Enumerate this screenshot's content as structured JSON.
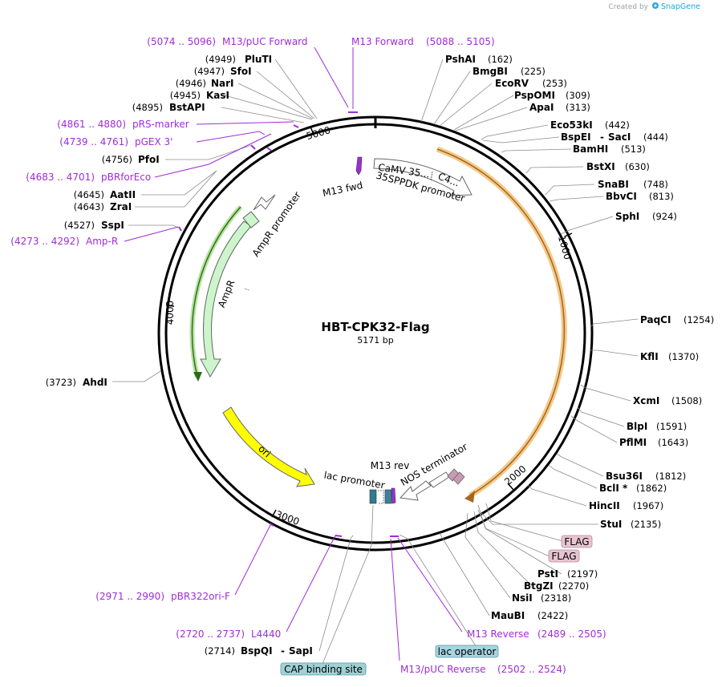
{
  "credit": "Created by",
  "brand": "SnapGene",
  "plasmid": {
    "name": "HBT-CPK32-Flag",
    "length": "5171 bp"
  },
  "ticks": [
    "5000",
    "1000",
    "4000",
    "2000",
    "3000"
  ],
  "features": {
    "camv": "CaMV 35...",
    "c4": "C4...",
    "ppdk": "35SPPDK promoter",
    "m13fwd": "M13 fwd",
    "ampr_promoter": "AmpR promoter",
    "ampr": "AmpR",
    "ori": "ori",
    "m13rev": "M13 rev",
    "nos": "NOS terminator",
    "lac_promoter": "lac promoter"
  },
  "sites": [
    {
      "name": "PluTI",
      "pos": "(4949)"
    },
    {
      "name": "SfoI",
      "pos": "(4947)"
    },
    {
      "name": "NarI",
      "pos": "(4946)"
    },
    {
      "name": "KasI",
      "pos": "(4945)"
    },
    {
      "name": "BstAPI",
      "pos": "(4895)"
    },
    {
      "name": "PfoI",
      "pos": "(4756)"
    },
    {
      "name": "AatII",
      "pos": "(4645)"
    },
    {
      "name": "ZraI",
      "pos": "(4643)"
    },
    {
      "name": "SspI",
      "pos": "(4527)"
    },
    {
      "name": "AhdI",
      "pos": "(3723)"
    },
    {
      "name": "PshAI",
      "pos": "(162)"
    },
    {
      "name": "BmgBI",
      "pos": "(225)"
    },
    {
      "name": "EcoRV",
      "pos": "(253)"
    },
    {
      "name": "PspOMI",
      "pos": "(309)"
    },
    {
      "name": "ApaI",
      "pos": "(313)"
    },
    {
      "name": "Eco53kI",
      "pos": "(442)"
    },
    {
      "name": "BspEI",
      "pos": "(444)"
    },
    {
      "name": "BamHI",
      "pos": "(513)"
    },
    {
      "name": "BstXI",
      "pos": "(630)"
    },
    {
      "name": "SnaBI",
      "pos": "(748)"
    },
    {
      "name": "BbvCI",
      "pos": "(813)"
    },
    {
      "name": "SphI",
      "pos": "(924)"
    },
    {
      "name": "PaqCI",
      "pos": "(1254)"
    },
    {
      "name": "KflI",
      "pos": "(1370)"
    },
    {
      "name": "XcmI",
      "pos": "(1508)"
    },
    {
      "name": "BlpI",
      "pos": "(1591)"
    },
    {
      "name": "PflMI",
      "pos": "(1643)"
    },
    {
      "name": "Bsu36I",
      "pos": "(1812)"
    },
    {
      "name": "BclI *",
      "pos": "(1862)"
    },
    {
      "name": "HincII",
      "pos": "(1967)"
    },
    {
      "name": "StuI",
      "pos": "(2135)"
    },
    {
      "name": "PstI",
      "pos": "(2197)"
    },
    {
      "name": "BtgZI",
      "pos": "(2270)"
    },
    {
      "name": "NsiI",
      "pos": "(2318)"
    },
    {
      "name": "MauBI",
      "pos": "(2422)"
    },
    {
      "name": "BspQI",
      "pos": "(2714)"
    }
  ],
  "sacI": "SacI",
  "sapI": "SapI",
  "primers": [
    {
      "range": "(5074 .. 5096)",
      "name": "M13/pUC Forward"
    },
    {
      "range": "(5088 .. 5105)",
      "name": "M13 Forward"
    },
    {
      "range": "(4861 .. 4880)",
      "name": "pRS-marker"
    },
    {
      "range": "(4739 .. 4761)",
      "name": "pGEX 3'"
    },
    {
      "range": "(4683 .. 4701)",
      "name": "pBRforEco"
    },
    {
      "range": "(4273 .. 4292)",
      "name": "Amp-R"
    },
    {
      "range": "(2971 .. 2990)",
      "name": "pBR322ori-F"
    },
    {
      "range": "(2720 .. 2737)",
      "name": "L4440"
    },
    {
      "range": "(2489 .. 2505)",
      "name": "M13 Reverse"
    },
    {
      "range": "(2502 .. 2524)",
      "name": "M13/pUC Reverse"
    }
  ],
  "boxed": {
    "flag1": "FLAG",
    "flag2": "FLAG",
    "lac_operator": "lac operator",
    "cap_site": "CAP binding site"
  },
  "colors": {
    "primer": "#a02cd8",
    "orf": "#f0b030",
    "ampr_fill": "#ccf5cc",
    "ori_fill": "#ffff00",
    "flag_fill": "#e8c4d0",
    "lac_op_fill": "#a6d4e0",
    "cap_fill": "#9fd2d6",
    "brand": "#22a7d8"
  }
}
